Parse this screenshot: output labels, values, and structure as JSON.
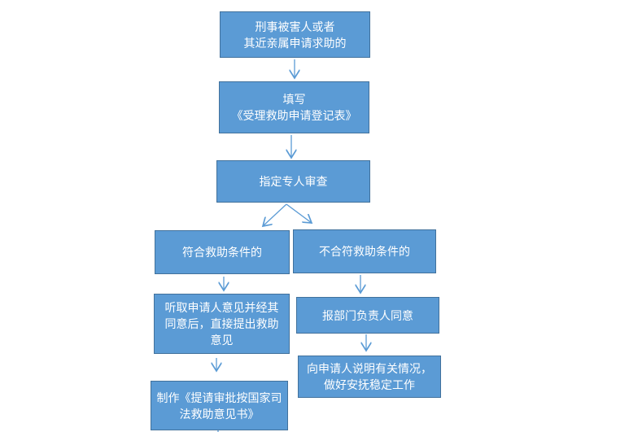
{
  "colors": {
    "box_fill": "#5b9bd5",
    "box_border": "#41719c",
    "arrow": "#5b9bd5"
  },
  "nodes": {
    "apply": {
      "lines": [
        "刑事被害人或者",
        "其近亲属申请求助的"
      ]
    },
    "fill_form": {
      "lines": [
        "填写",
        "《受理救助申请登记表》"
      ]
    },
    "assign": {
      "lines": [
        "指定专人审查"
      ]
    },
    "eligible": {
      "lines": [
        "符合救助条件的"
      ]
    },
    "ineligible": {
      "lines": [
        "不合符救助条件的"
      ]
    },
    "hear_opinion": {
      "lines": [
        "听取申请人意见并经其",
        "同意后，直接提出救助",
        "意见"
      ]
    },
    "report_approve": {
      "lines": [
        "报部门负责人同意"
      ]
    },
    "make_document": {
      "lines": [
        "制作《提请审批按国家司",
        "法救助意见书》"
      ]
    },
    "explain": {
      "lines": [
        "向申请人说明有关情况，",
        "做好安抚稳定工作"
      ]
    }
  }
}
